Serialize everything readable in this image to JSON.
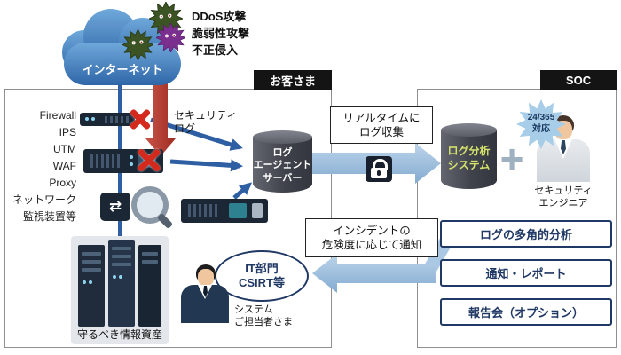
{
  "colors": {
    "navy": "#1f3864",
    "arrow_blue": "#2e5fa3",
    "light_blue_arrow": "#a9c7e4",
    "attack_red": "#b63028",
    "cloud_blue": "#3f7cc0",
    "malware_green": "#3c5323",
    "malware_purple": "#7b2f8e",
    "cylinder_text_green": "#d6e36a",
    "tab_black": "#141414"
  },
  "internet": {
    "label": "インターネット"
  },
  "threats": [
    "DDoS攻撃",
    "脆弱性攻撃",
    "不正侵入"
  ],
  "tabs": {
    "customer": "お客さま",
    "soc": "SOC"
  },
  "security_devices": [
    "Firewall",
    "IPS",
    "UTM",
    "WAF",
    "Proxy",
    "ネットワーク",
    "監視装置等"
  ],
  "labels": {
    "security_log": "セキュリティ\nログ",
    "log_agent_server": "ログ\nエージェント\nサーバー",
    "realtime_collection": "リアルタイムに\nログ収集",
    "incident_notify": "インシデントの\n危険度に応じて通知",
    "assets": "守るべき情報資産",
    "it_dept": "IT部門\nCSIRT等",
    "contact": "システム\nご担当者さま"
  },
  "soc": {
    "analysis_system": "ログ分析\nシステム",
    "plus": "+",
    "badge": "24/365\n対応",
    "engineer": "セキュリティ\nエンジニア",
    "features": [
      "ログの多角的分析",
      "通知・レポート",
      "報告会（オプション）"
    ]
  },
  "icons": {
    "switch_glyph": "⇄"
  }
}
